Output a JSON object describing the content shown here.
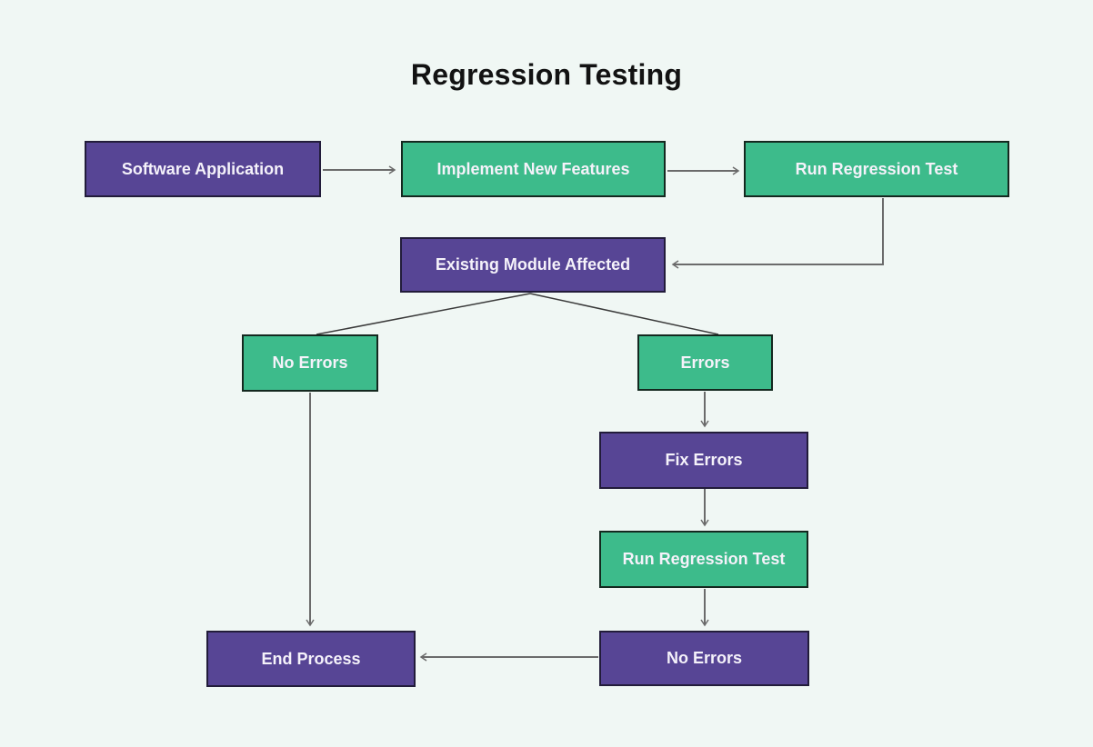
{
  "title": "Regression Testing",
  "colors": {
    "background": "#f0f7f4",
    "node_purple": "#574595",
    "node_green": "#3dbb8b",
    "node_text": "#f5f2fa",
    "connector_gray": "#6b6b6b",
    "branch_line_dark": "#3a3a3a",
    "title_text": "#121212"
  },
  "flowchart": {
    "nodes": [
      {
        "id": "software-application",
        "label": "Software Application",
        "color": "purple"
      },
      {
        "id": "implement-new-features",
        "label": "Implement New Features",
        "color": "green"
      },
      {
        "id": "run-regression-test-1",
        "label": "Run Regression Test",
        "color": "green"
      },
      {
        "id": "existing-module-affected",
        "label": "Existing Module Affected",
        "color": "purple"
      },
      {
        "id": "no-errors-left",
        "label": "No Errors",
        "color": "green"
      },
      {
        "id": "errors",
        "label": "Errors",
        "color": "green"
      },
      {
        "id": "fix-errors",
        "label": "Fix Errors",
        "color": "purple"
      },
      {
        "id": "run-regression-test-2",
        "label": "Run Regression Test",
        "color": "green"
      },
      {
        "id": "no-errors-bottom",
        "label": "No Errors",
        "color": "purple"
      },
      {
        "id": "end-process",
        "label": "End Process",
        "color": "purple"
      }
    ],
    "edges": [
      {
        "from": "software-application",
        "to": "implement-new-features"
      },
      {
        "from": "implement-new-features",
        "to": "run-regression-test-1"
      },
      {
        "from": "run-regression-test-1",
        "to": "existing-module-affected"
      },
      {
        "from": "existing-module-affected",
        "to": "no-errors-left"
      },
      {
        "from": "existing-module-affected",
        "to": "errors"
      },
      {
        "from": "errors",
        "to": "fix-errors"
      },
      {
        "from": "fix-errors",
        "to": "run-regression-test-2"
      },
      {
        "from": "run-regression-test-2",
        "to": "no-errors-bottom"
      },
      {
        "from": "no-errors-bottom",
        "to": "end-process"
      },
      {
        "from": "no-errors-left",
        "to": "end-process"
      }
    ]
  }
}
